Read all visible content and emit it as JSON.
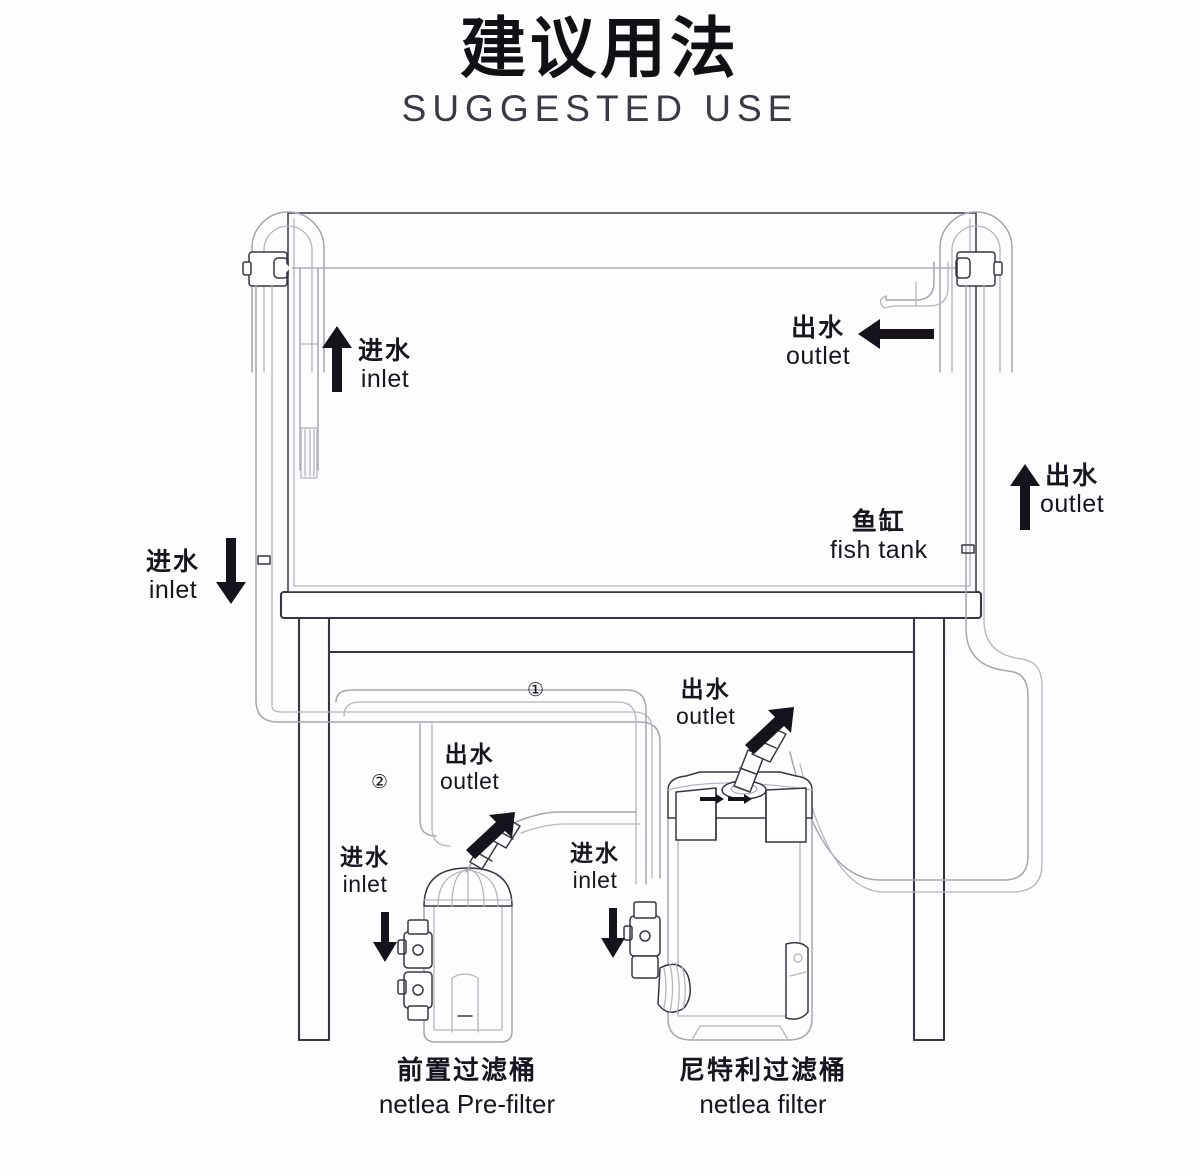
{
  "header": {
    "title_cn": "建议用法",
    "title_en": "SUGGESTED USE"
  },
  "colors": {
    "background": "#fdfdfd",
    "ink": "#17151f",
    "line_dark": "#3b3347",
    "line_light": "#9a96a6",
    "glass": "#b9b5c4",
    "waterline": "#8d93a3",
    "arrow": "#16131c"
  },
  "labels": {
    "tank_inlet": {
      "cn": "进水",
      "en": "inlet",
      "arrow": "arrow-up"
    },
    "tank_outlet": {
      "cn": "出水",
      "en": "outlet",
      "arrow": "arrow-left"
    },
    "left_down_inlet": {
      "cn": "进水",
      "en": "inlet",
      "arrow": "arrow-down"
    },
    "right_up_outlet": {
      "cn": "出水",
      "en": "outlet",
      "arrow": "arrow-up"
    },
    "fish_tank": {
      "cn": "鱼缸",
      "en": "fish tank"
    },
    "prefilter_outlet": {
      "cn": "出水",
      "en": "outlet",
      "arrow": "arrow-up-right"
    },
    "prefilter_inlet": {
      "cn": "进水",
      "en": "inlet",
      "arrow": "arrow-down"
    },
    "filter_outlet": {
      "cn": "出水",
      "en": "outlet",
      "arrow": "arrow-up-right"
    },
    "filter_inlet": {
      "cn": "进水",
      "en": "inlet",
      "arrow": "arrow-down"
    }
  },
  "markers": {
    "hose_one": "①",
    "hose_two": "②"
  },
  "captions": {
    "prefilter": {
      "cn": "前置过滤桶",
      "en": "netlea Pre-filter"
    },
    "filter": {
      "cn": "尼特利过滤桶",
      "en": "netlea filter"
    }
  },
  "components": {
    "fish_tank": "fish-tank",
    "stand": "aquarium-stand",
    "inlet_pipe": "inlet-lily-pipe",
    "outlet_pipe": "outlet-lily-pipe",
    "prefilter_canister": "prefilter-canister",
    "filter_canister": "filter-canister",
    "priming_pump": "priming-pump",
    "shutoff_valves": "shutoff-valves",
    "suction_holders": "suction-cup-holders",
    "water_line": "water-surface-line"
  }
}
